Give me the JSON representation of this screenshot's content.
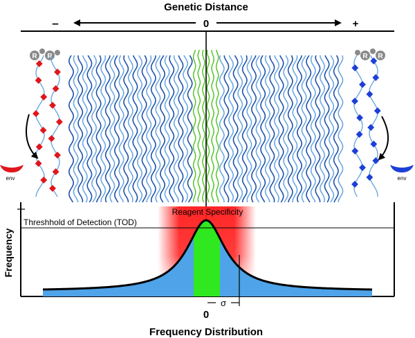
{
  "top": {
    "title": "Genetic Distance",
    "zero": "0",
    "minus": "–",
    "plus": "+"
  },
  "left": {
    "receptor_a": "R",
    "receptor_b": "R",
    "env_label": "env"
  },
  "right": {
    "receptor_a": "R",
    "receptor_b": "R",
    "env_label": "env"
  },
  "bottom": {
    "title": "Frequency Distribution",
    "zero": "0",
    "sigma": "σ",
    "ylabel": "Frequency",
    "threshold_label": "Threshhold of Detection (TOD)",
    "reagent_label": "Reagent Specificity"
  },
  "colors": {
    "wave_dark": "#1f4fa8",
    "wave_light": "#6aa8e0",
    "wave_green": "#55c42a",
    "left_marker": "#e0161c",
    "right_marker": "#1c3fd6",
    "curve_fill": "#4fa3e8",
    "reagent_red": "#ff1a1a",
    "center_green": "#2fe81f"
  }
}
